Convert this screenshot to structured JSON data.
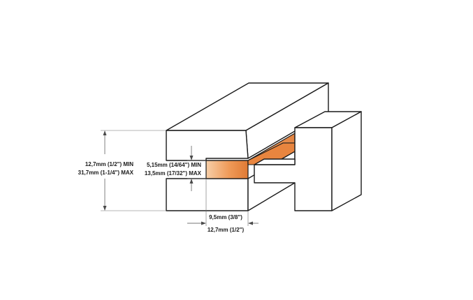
{
  "colors": {
    "outline": "#1a1a1a",
    "groove_light": "#f6c69c",
    "groove_mid": "#ec8f4c",
    "groove_dark": "#d9712e",
    "wood_face": "#ffffff",
    "dimension_line": "#4a4a4a"
  },
  "dimensions": {
    "height_min": "12,7mm (1/2\") MIN",
    "height_max": "31,7mm (1-1/4\") MAX",
    "groove_min": "5,15mm (14/64\") MIN",
    "groove_max": "13,5mm (17/32\") MAX",
    "depth_min": "9,5mm (3/8\")",
    "depth_max": "12,7mm (1/2\")"
  }
}
